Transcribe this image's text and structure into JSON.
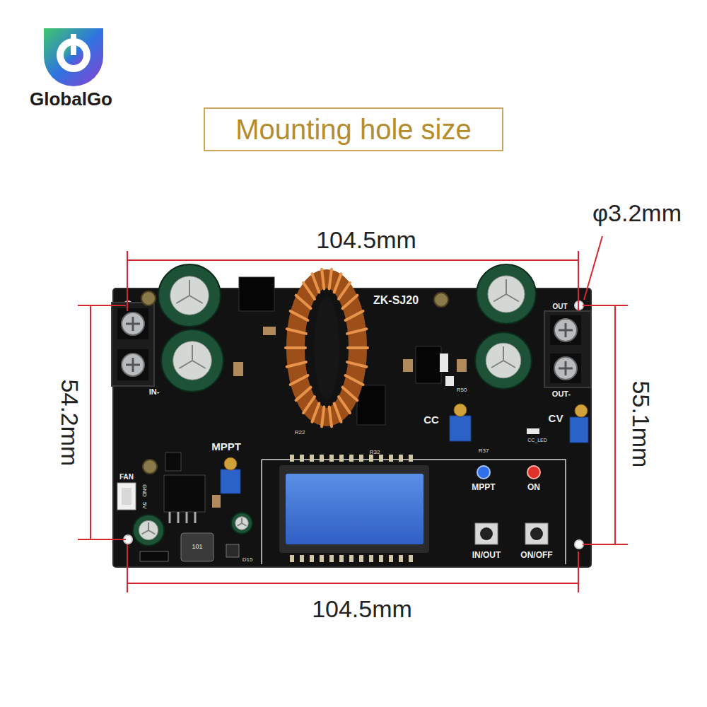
{
  "diagram": {
    "title": "Mounting hole size",
    "labels": [
      "GlobalGo",
      "104.5mm",
      "φ3.2mm",
      "54.2mm",
      "55.1mm",
      "104.5mm",
      "ZK-SJ20",
      "IN-",
      "OUT",
      "OUT-",
      "CC",
      "CV",
      "MPPT",
      "FAN",
      "GND",
      "5V",
      "MPPT",
      "ON",
      "IN/OUT",
      "ON/OFF",
      "R22",
      "R32",
      "R50",
      "R37",
      "CC_LED",
      "101",
      "D15"
    ]
  }
}
